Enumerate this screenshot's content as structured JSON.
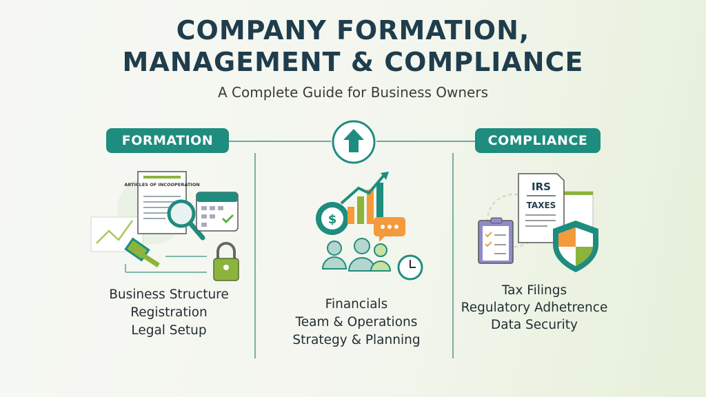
{
  "title": {
    "line1": "COMPANY FORMATION,",
    "line2": "MANAGEMENT & COMPLIANCE"
  },
  "subtitle": "A Complete Guide for Business Owners",
  "sections": {
    "formation": {
      "label": "FORMATION",
      "doc_title": "ARTICLES OF INCOOPERATION",
      "items": [
        "Business Structure",
        "Registration",
        "Legal Setup"
      ]
    },
    "management": {
      "items": [
        "Financials",
        "Team & Operations",
        "Strategy & Planning"
      ]
    },
    "compliance": {
      "label": "COMPLIANCE",
      "doc_line1": "IRS",
      "doc_line2": "TAXES",
      "items": [
        "Tax Filings",
        "Regulatory Adhetrence",
        "Data Security"
      ]
    }
  },
  "colors": {
    "teal": "#1e8c7e",
    "green": "#8cb43c",
    "orange": "#f39a3c",
    "navy": "#1f3d4c"
  }
}
